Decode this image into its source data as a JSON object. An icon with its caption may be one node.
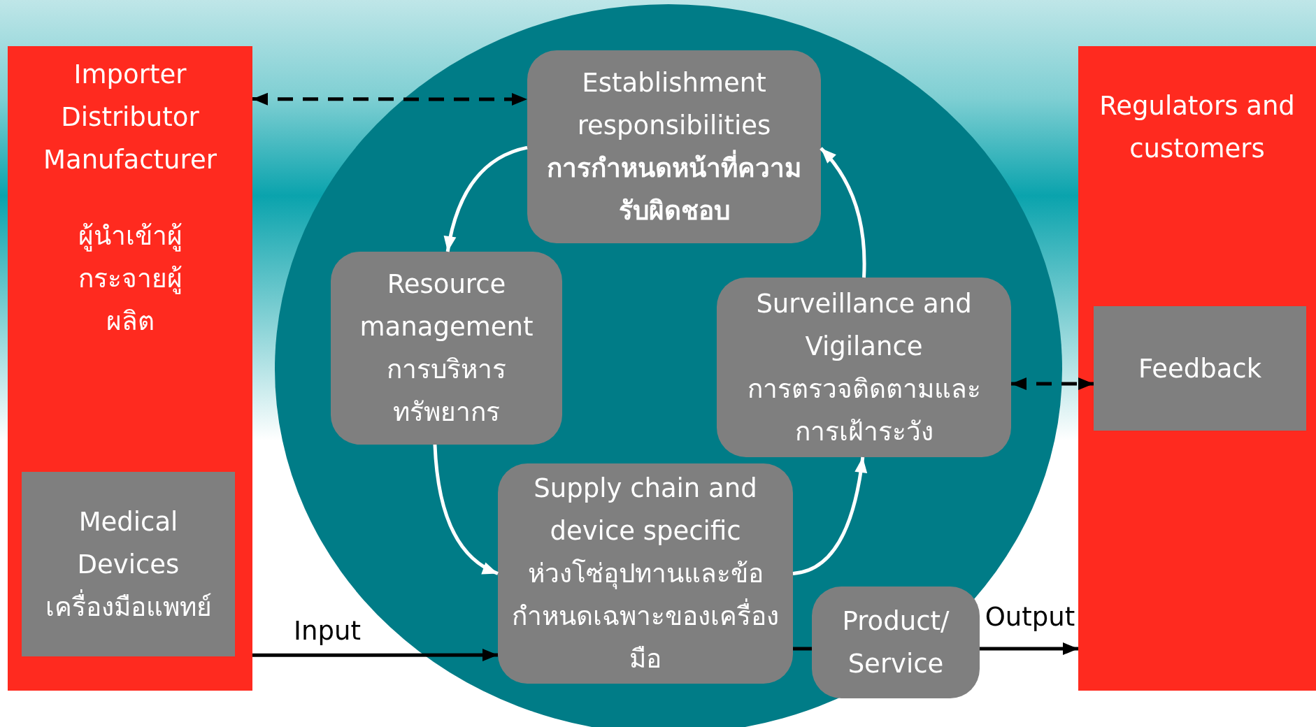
{
  "diagram": {
    "nodes": [
      {
        "text": [
          "Importer Distributor Manufacturer",
          "ผู้นำเข้าผู้กระจายผู้ผลิต"
        ]
      },
      {
        "text": [
          "Medical Devices",
          "เครื่องมือแพทย์"
        ],
        "in": 0
      },
      {
        "text": [
          "Regulators and customers"
        ]
      },
      {
        "text": [
          "Feedback"
        ],
        "in": 2
      },
      {
        "text": [
          "Establishment responsibilities",
          "การกำหนดหน้าที่ความรับผิดชอบ"
        ]
      },
      {
        "text": [
          "Resource management",
          "การบริหารทรัพยากร"
        ]
      },
      {
        "text": [
          "Surveillance and Vigilance",
          "การตรวจติดตามและการเฝ้าระวัง"
        ]
      },
      {
        "text": [
          "Supply chain and device specific",
          "ห่วงโซ่อุปทานและข้อกำหนดเฉพาะของเครื่องมือ"
        ]
      },
      {
        "text": [
          "Product/ Service"
        ]
      }
    ],
    "edges": [
      {
        "from": 0,
        "to": 4,
        "arrow": "both",
        "style": "dashed"
      },
      {
        "from": 4,
        "to": 5,
        "arrow": "to",
        "color": "#ffffff"
      },
      {
        "from": 5,
        "to": 7,
        "arrow": "to",
        "color": "#ffffff"
      },
      {
        "from": 7,
        "to": 6,
        "arrow": "to",
        "color": "#ffffff"
      },
      {
        "from": 6,
        "to": 4,
        "arrow": "to",
        "color": "#ffffff"
      },
      {
        "from": 6,
        "to": 3,
        "arrow": "both",
        "style": "dashed"
      },
      {
        "from": 0,
        "to": 7,
        "arrow": "to",
        "label": "Input"
      },
      {
        "from": 7,
        "to": 8,
        "arrow": "none"
      },
      {
        "from": 8,
        "to": 2,
        "arrow": "to",
        "label": "Output"
      }
    ]
  }
}
